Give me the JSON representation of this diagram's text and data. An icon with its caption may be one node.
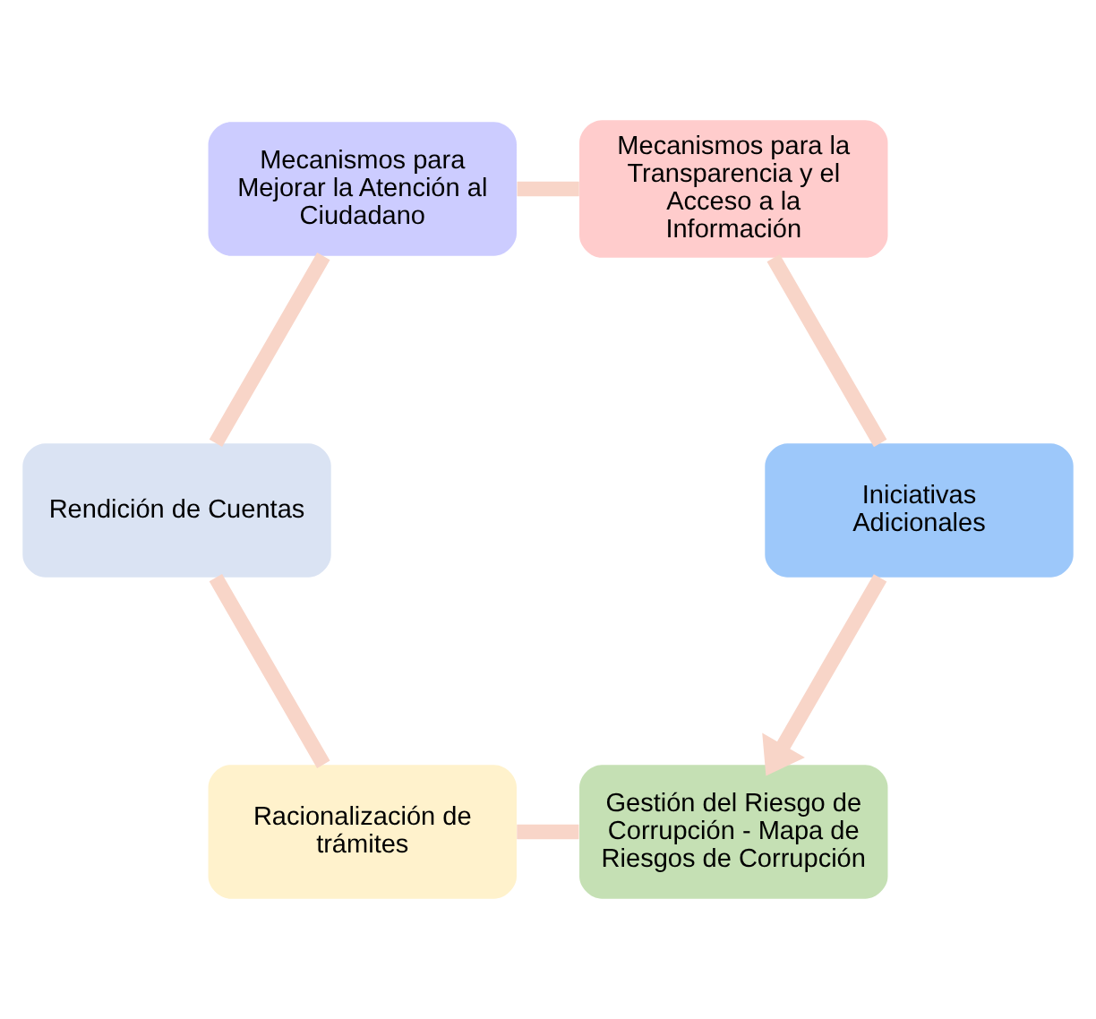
{
  "diagram": {
    "nodes": [
      {
        "text": [
          "Gestión del Riesgo de Corrupción - Mapa de Riesgos de Corrupción"
        ]
      },
      {
        "text": [
          "Racionalización de trámites"
        ]
      },
      {
        "text": [
          "Rendición de Cuentas"
        ]
      },
      {
        "text": [
          "Mecanismos para Mejorar la Atención al Ciudadano"
        ]
      },
      {
        "text": [
          "Mecanismos para la Transparencia y el Acceso a la Información"
        ]
      },
      {
        "text": [
          "Iniciativas Adicionales"
        ]
      }
    ],
    "edges": [
      {
        "from": 0,
        "to": 1,
        "arrow": "none"
      },
      {
        "from": 1,
        "to": 2,
        "arrow": "none"
      },
      {
        "from": 2,
        "to": 3,
        "arrow": "none"
      },
      {
        "from": 3,
        "to": 4,
        "arrow": "none"
      },
      {
        "from": 4,
        "to": 5,
        "arrow": "none"
      },
      {
        "from": 5,
        "to": 0,
        "arrow": "to"
      }
    ]
  }
}
